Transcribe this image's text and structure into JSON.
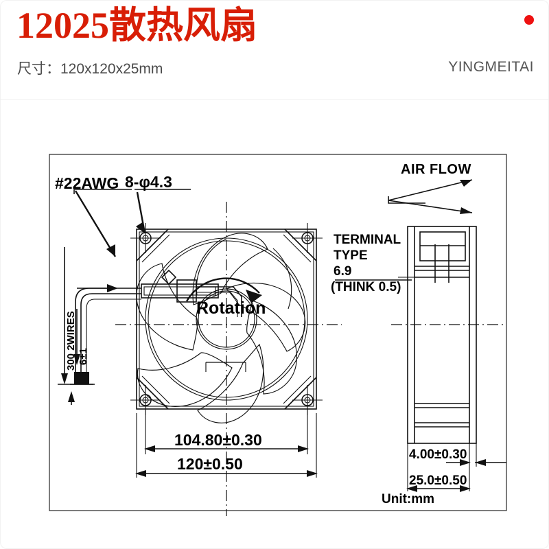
{
  "header": {
    "title": "12025散热风扇",
    "size_label": "尺寸：120x120x25mm",
    "brand": "YINGMEITAI",
    "brand_dot_color": "#ee1111",
    "title_color": "#d81e06"
  },
  "drawing": {
    "labels": {
      "wire_gauge": "#22AWG",
      "hole_spec": "8-φ4.3",
      "wire_length": "300 2WIRES",
      "wire_tolerance": "6±1",
      "rotation": "Rotation",
      "air_flow": "AIR FLOW",
      "terminal_line1": "TERMINAL",
      "terminal_line2": "TYPE",
      "terminal_line3": "6.9",
      "terminal_line4": "(THINK 0.5)",
      "dim_hole_pitch": "104.80±0.30",
      "dim_width": "120±0.50",
      "dim_flange": "4.00±0.30",
      "dim_depth": "25.0±0.50",
      "unit": "Unit:mm"
    }
  }
}
